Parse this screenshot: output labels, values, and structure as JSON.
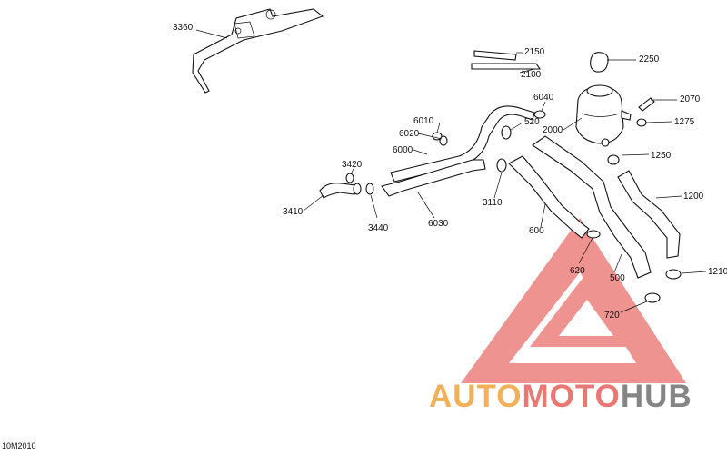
{
  "diagram": {
    "code": "10M2010",
    "labels": [
      "3360",
      "2150",
      "2100",
      "2250",
      "2070",
      "1275",
      "6040",
      "520",
      "2000",
      "6010",
      "6020",
      "6000",
      "3420",
      "3410",
      "3440",
      "6030",
      "3110",
      "600",
      "1250",
      "1200",
      "620",
      "500",
      "1210",
      "720"
    ]
  },
  "watermark": {
    "word1": "AUTO",
    "word2": "MOTO",
    "word3": "HUB",
    "color_red": "#e8605a",
    "color_orange": "#f2a33b",
    "color_gray": "#707070"
  }
}
